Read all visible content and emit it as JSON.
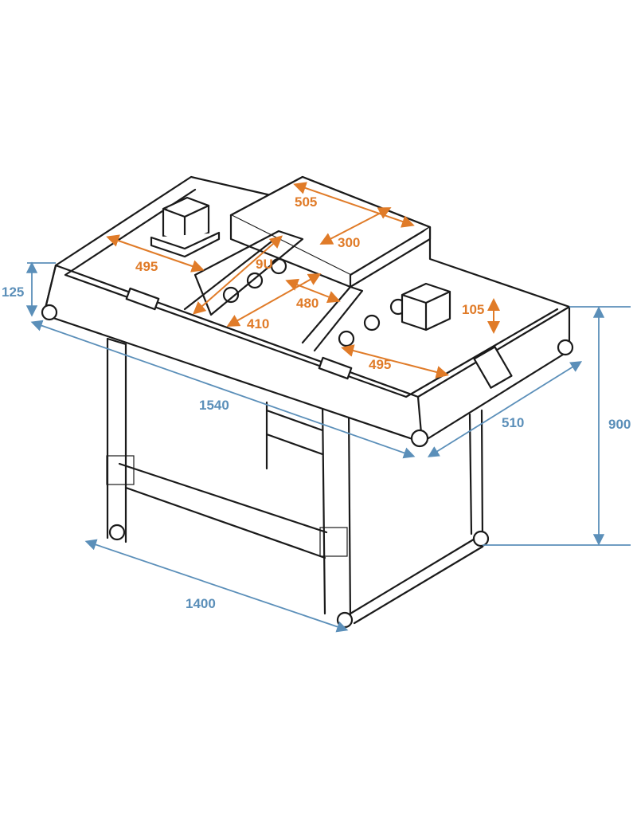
{
  "colors": {
    "outer_dimensions": "#5b8fb9",
    "inner_dimensions": "#e07b28",
    "lines": "#1a1a1a"
  },
  "outer_dimensions": {
    "height_top_case": "125",
    "length_top": "1540",
    "depth": "510",
    "total_height": "900",
    "length_base": "1400"
  },
  "inner_dimensions": {
    "left_compartment_width": "495",
    "console_width": "505",
    "console_depth": "300",
    "rack_units": "9U",
    "rack_depth": "480",
    "rack_width": "410",
    "compartment_height": "105",
    "right_compartment_width": "495"
  }
}
